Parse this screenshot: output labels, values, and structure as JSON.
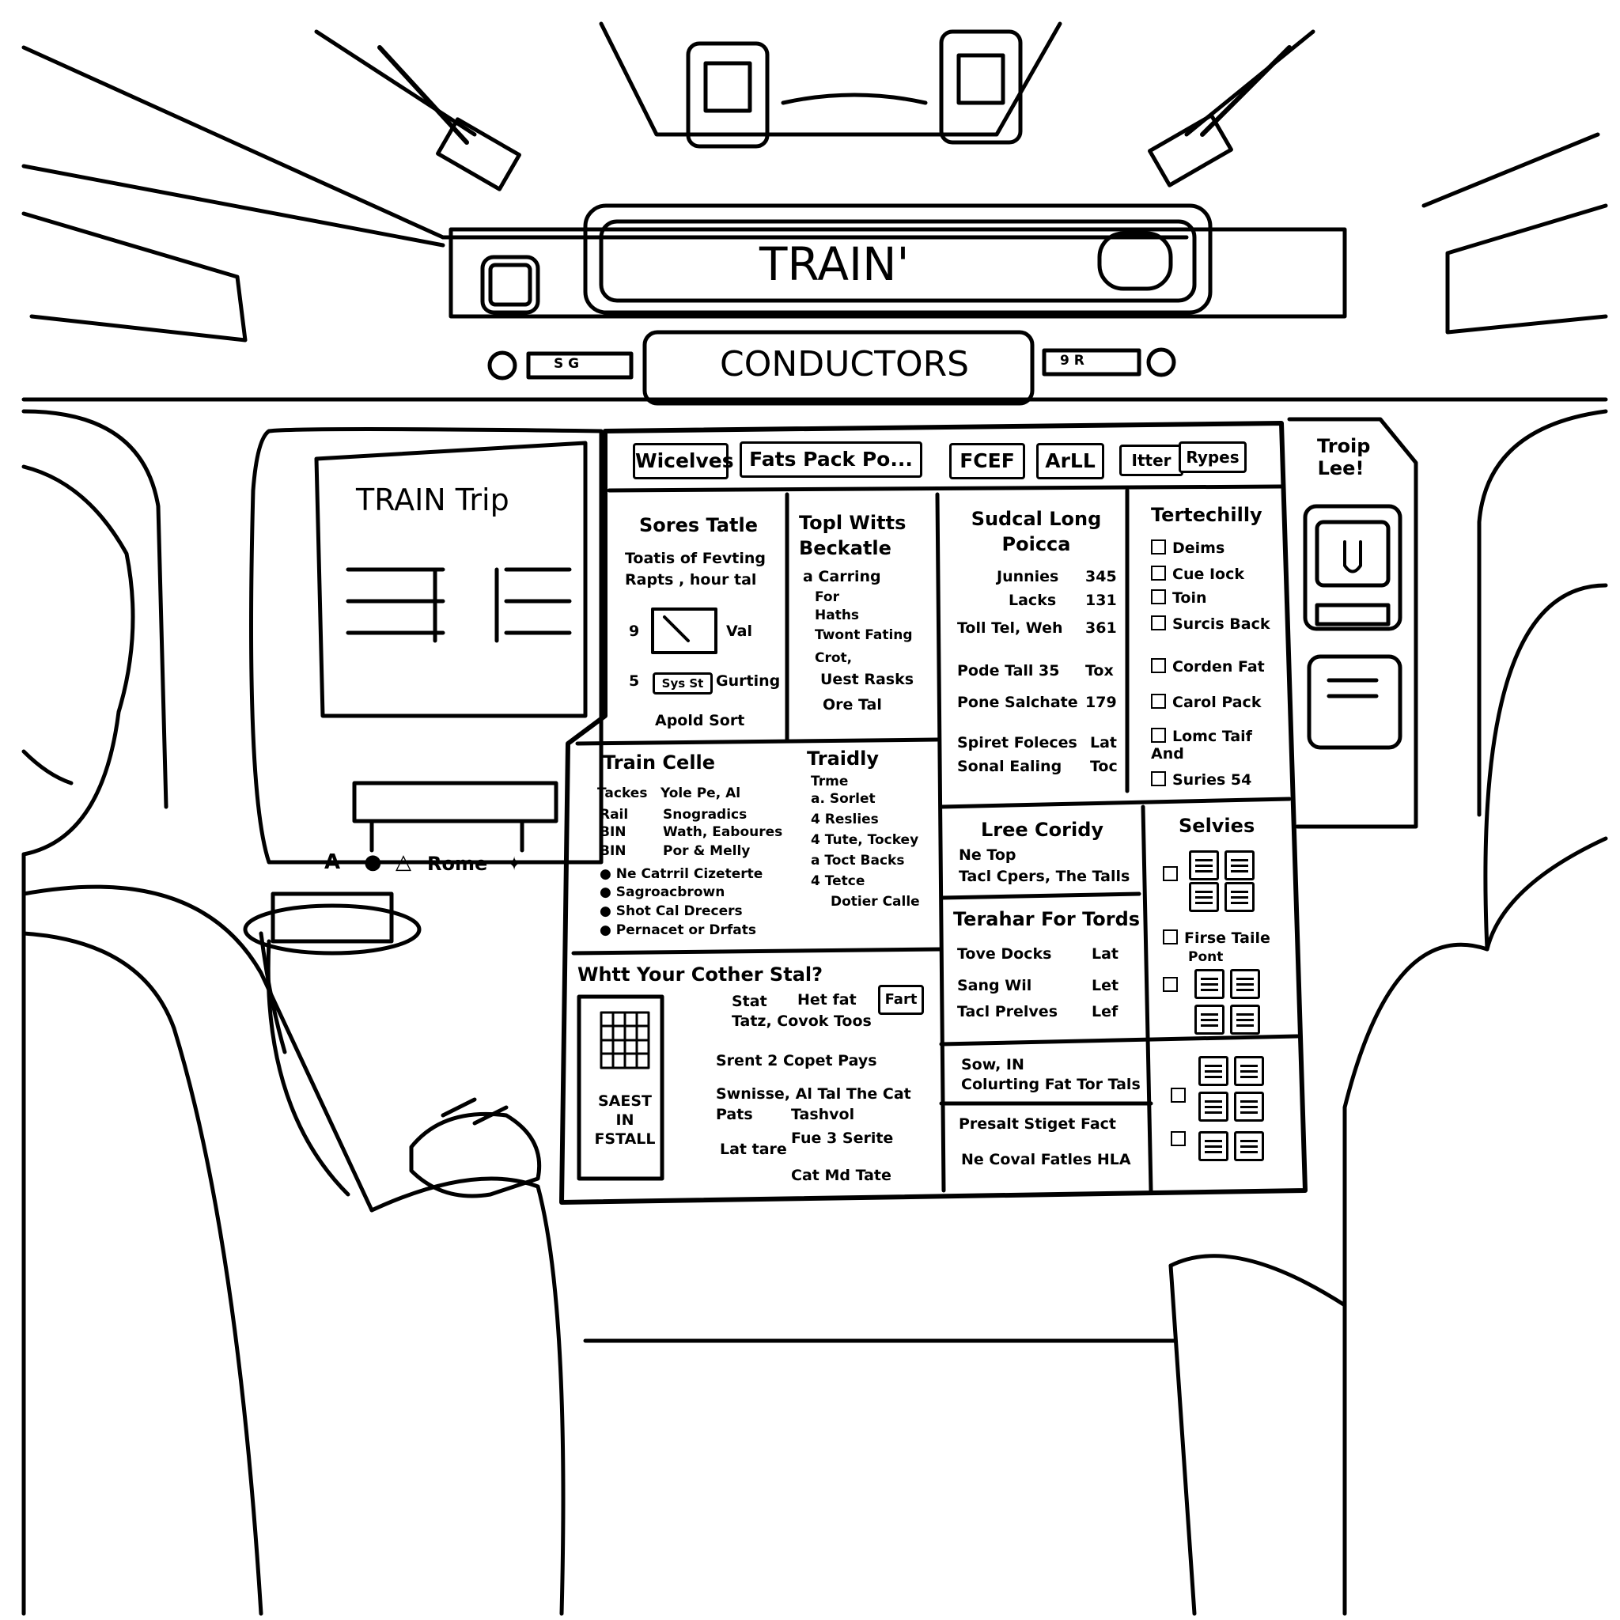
{
  "header": {
    "title": "TRAIN'",
    "subtitle": "CONDUCTORS",
    "left_indicator": "S  G",
    "right_indicator": "9  R"
  },
  "window_panel": {
    "title": "TRAIN Trip",
    "nav": [
      "A",
      "Rome"
    ]
  },
  "toolbar": {
    "buttons": [
      "Wicelves",
      "Fats Pack Po...",
      "FCEF",
      "ArLL",
      "Itter",
      "Rypes"
    ]
  },
  "side_panel": {
    "title": "Troip Lee!"
  },
  "sections": {
    "sores": {
      "title": "Sores Tatle",
      "lines": [
        "Toatis of Fevting",
        "Rapts , hour tal"
      ],
      "row1_num": "9",
      "row1_label": "Val",
      "row2_num": "5",
      "row2_btn": "Sys St",
      "row2_label": "Gurting",
      "footer": "Apold Sort"
    },
    "topl": {
      "title": "Topl Witts Beckatle",
      "lines": [
        "a Carring",
        "For",
        "Haths",
        "Twont Fating",
        "Crot,",
        "Uest Rasks",
        "Ore Tal"
      ]
    },
    "sudcal": {
      "title": "Sudcal Long Poicca",
      "rows": [
        [
          "Junnies",
          "345"
        ],
        [
          "Lacks",
          "131"
        ],
        [
          "Toll Tel, Weh",
          "361"
        ],
        [
          "Pode Tall 35",
          "Tox"
        ],
        [
          "Pone Salchate",
          "179"
        ],
        [
          "Spiret Foleces",
          "Lat"
        ],
        [
          "Sonal Ealing",
          "Toc"
        ]
      ]
    },
    "tertechilly": {
      "title": "Tertechilly",
      "items": [
        "Deims",
        "Cue Iock",
        "Toin",
        "Surcis Back",
        "Corden Fat",
        "Carol Pack",
        "Lomc Taif And",
        "Suries 54"
      ]
    },
    "train_celle": {
      "title": "Train Celle",
      "rows": [
        [
          "Tackes",
          "Yole Pe, Al"
        ],
        [
          "Rail",
          "Snogradics"
        ],
        [
          "BIN",
          "Wath, Eaboures"
        ],
        [
          "BIN",
          "Por & Melly"
        ]
      ],
      "bullets": [
        "Ne Catrril Cizeterte",
        "Sagroacbrown",
        "Shot Cal Drecers",
        "Pernacet or Drfats"
      ]
    },
    "traidly": {
      "title": "Traidly",
      "subtitle": "Trme",
      "items": [
        "a. Sorlet",
        "4 Reslies",
        "4 Tute, Tockey",
        "a Toct Backs",
        "4 Tetce",
        "Dotier Calle"
      ]
    },
    "lree": {
      "title": "Lree Coridy",
      "lines": [
        "Ne Top",
        "Tacl Cpers, The Talls"
      ]
    },
    "selvies": {
      "title": "Selvies",
      "items": [
        "Firse Taile",
        "Pont"
      ]
    },
    "terahar": {
      "title": "Terahar For Tords",
      "rows": [
        [
          "Tove Docks",
          "Lat"
        ],
        [
          "Sang Wil",
          "Let"
        ],
        [
          "Tacl Prelves",
          "Lef"
        ]
      ]
    },
    "whtt": {
      "title": "Whtt Your Cother Stal?",
      "grid_label": "SAEST IN FSTALL",
      "lines": [
        [
          "Stat",
          "Het fat"
        ],
        [
          "Tatz, Covok Toos",
          ""
        ],
        [
          "Srent 2 Copet Pays",
          ""
        ],
        [
          "Swnisse, Al Tal The Cat",
          ""
        ],
        [
          "Pats",
          "Tashvol"
        ],
        [
          "Lat tare",
          "Fue 3 Serite"
        ],
        [
          "Cat Md Tate",
          ""
        ]
      ],
      "button": "Fart"
    },
    "sow": {
      "lines": [
        "Sow, IN",
        "Colurting Fat Tor Tals"
      ]
    },
    "presalt": {
      "lines": [
        "Presalt Stiget Fact",
        "Ne Coval Fatles HLA"
      ]
    }
  }
}
